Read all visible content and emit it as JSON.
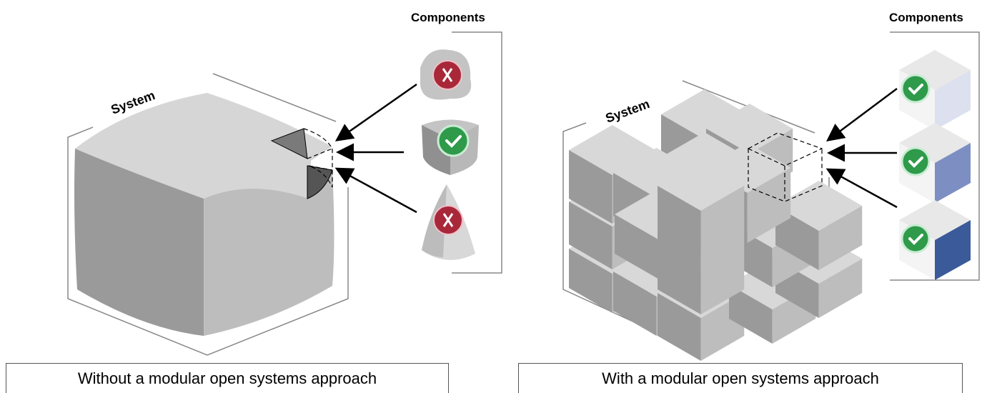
{
  "left_panel": {
    "system_label": "System",
    "components_label": "Components",
    "caption": "Without a modular open systems approach",
    "components": [
      {
        "shape": "irregular-blob",
        "status": "incompatible",
        "icon": "x-icon"
      },
      {
        "shape": "rounded-wedge",
        "status": "compatible",
        "icon": "check-icon"
      },
      {
        "shape": "cone",
        "status": "incompatible",
        "icon": "x-icon"
      }
    ]
  },
  "right_panel": {
    "system_label": "System",
    "components_label": "Components",
    "caption": "With a modular open systems approach",
    "components": [
      {
        "shape": "cube",
        "face_color": "#dde0ee",
        "status": "compatible",
        "icon": "check-icon"
      },
      {
        "shape": "cube",
        "face_color": "#7d8fc2",
        "status": "compatible",
        "icon": "check-icon"
      },
      {
        "shape": "cube",
        "face_color": "#3a5a99",
        "status": "compatible",
        "icon": "check-icon"
      }
    ]
  },
  "colors": {
    "incompatible": "#a8283a",
    "compatible": "#2e9a4a",
    "block_top": "#d8d8d8",
    "block_left": "#9a9a9a",
    "block_right": "#bdbdbd"
  }
}
